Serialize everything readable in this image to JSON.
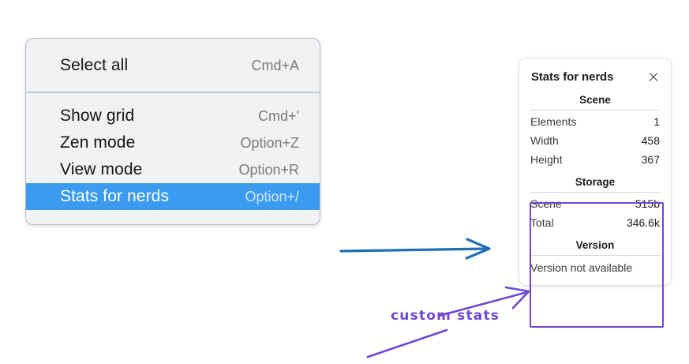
{
  "context_menu": {
    "name": "canvas-context-menu",
    "groups": [
      {
        "items": [
          {
            "label": "Select all",
            "shortcut": "Cmd+A",
            "selected": false
          }
        ]
      },
      {
        "items": [
          {
            "label": "Show grid",
            "shortcut": "Cmd+'",
            "selected": false
          },
          {
            "label": "Zen mode",
            "shortcut": "Option+Z",
            "selected": false
          },
          {
            "label": "View mode",
            "shortcut": "Option+R",
            "selected": false
          },
          {
            "label": "Stats for nerds",
            "shortcut": "Option+/",
            "selected": true
          }
        ]
      }
    ]
  },
  "stats_panel": {
    "title": "Stats for nerds",
    "close_icon": "close-icon",
    "sections": [
      {
        "heading": "Scene",
        "rows": [
          {
            "label": "Elements",
            "value": "1"
          },
          {
            "label": "Width",
            "value": "458"
          },
          {
            "label": "Height",
            "value": "367"
          }
        ]
      },
      {
        "heading": "Storage",
        "rows": [
          {
            "label": "Scene",
            "value": "515b"
          },
          {
            "label": "Total",
            "value": "346.6k"
          }
        ]
      },
      {
        "heading": "Version",
        "note": "Version not available"
      }
    ]
  },
  "annotations": {
    "custom_stats_label": "custom stats",
    "blue_arrow": "arrow-right-icon",
    "purple_arrow": "arrow-pointer-icon",
    "underline_stroke": "underline-stroke"
  },
  "colors": {
    "menu_background": "#f1f2f3",
    "menu_border": "#b7bec7",
    "selection_blue": "#3b9bf0",
    "shortcut_gray": "#7b7b7b",
    "panel_background": "#ffffff",
    "highlight_purple": "#6f47d6",
    "annotation_blue": "#1f6fb5",
    "text_dark": "#1d1d1d"
  }
}
